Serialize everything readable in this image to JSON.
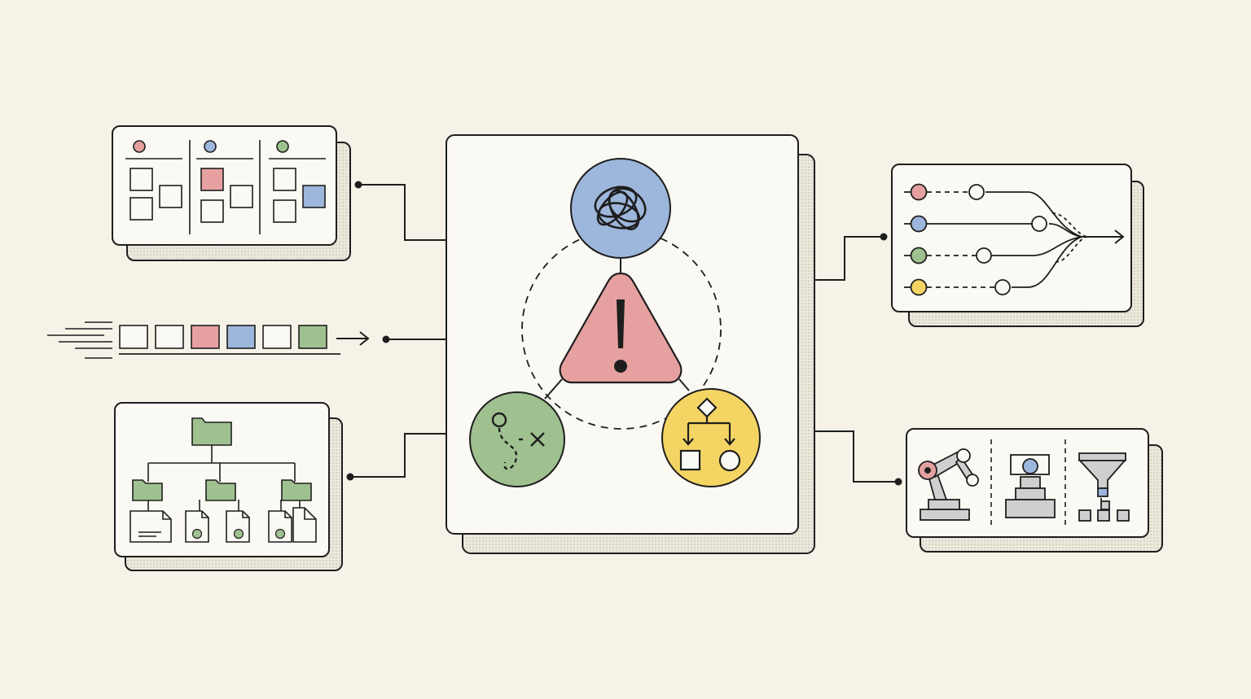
{
  "colors": {
    "background": "#f6f2e7",
    "card": "#fbf9f3",
    "ink": "#1e1e1e",
    "red": "#e6a0a0",
    "blue": "#9db6db",
    "green": "#9fc190",
    "yellow": "#f4d564",
    "gray": "#cfcfcf",
    "shadow": "#e4e0d5"
  },
  "kanban": {
    "columns": [
      {
        "dot_color": "#e6a0a0",
        "cards": [
          "empty",
          "empty",
          "empty"
        ]
      },
      {
        "dot_color": "#9db6db",
        "cards": [
          "red",
          "empty",
          "empty"
        ]
      },
      {
        "dot_color": "#9fc190",
        "cards": [
          "empty",
          "blue",
          "empty"
        ]
      }
    ]
  },
  "queue": {
    "cells": [
      "empty",
      "empty",
      "red",
      "blue",
      "empty",
      "green"
    ]
  },
  "center": {
    "nodes": [
      {
        "icon": "tangled-knot-icon",
        "color": "#9db6db"
      },
      {
        "icon": "warning-triangle-icon",
        "color": "#e6a0a0"
      },
      {
        "icon": "path-to-target-icon",
        "color": "#9fc190"
      },
      {
        "icon": "flowchart-decision-icon",
        "color": "#f4d564"
      }
    ]
  },
  "merge": {
    "lanes": [
      {
        "color": "#e6a0a0",
        "style": "dashed"
      },
      {
        "color": "#9db6db",
        "style": "solid"
      },
      {
        "color": "#9fc190",
        "style": "dashed"
      },
      {
        "color": "#f4d564",
        "style": "dashed"
      }
    ]
  },
  "factory": {
    "sections": [
      "robot-arm-icon",
      "press-machine-icon",
      "funnel-icon"
    ]
  }
}
